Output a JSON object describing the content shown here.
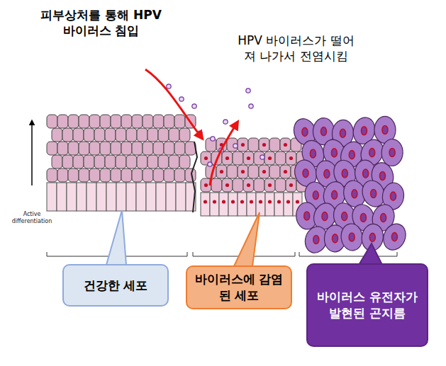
{
  "diagram": {
    "nodes": [
      {
        "text": [
          "건강한 세포"
        ]
      },
      {
        "text": [
          "바이러스에 감염된 세포"
        ]
      },
      {
        "text": [
          "바이러스 유전자가 발현된 곤지름"
        ]
      }
    ],
    "labels": [
      "피부상처를 통해 HPV 바이러스 침입",
      "HPV 바이러스가 떨어져 나가서 전염시킴",
      "Active differentiation"
    ]
  }
}
